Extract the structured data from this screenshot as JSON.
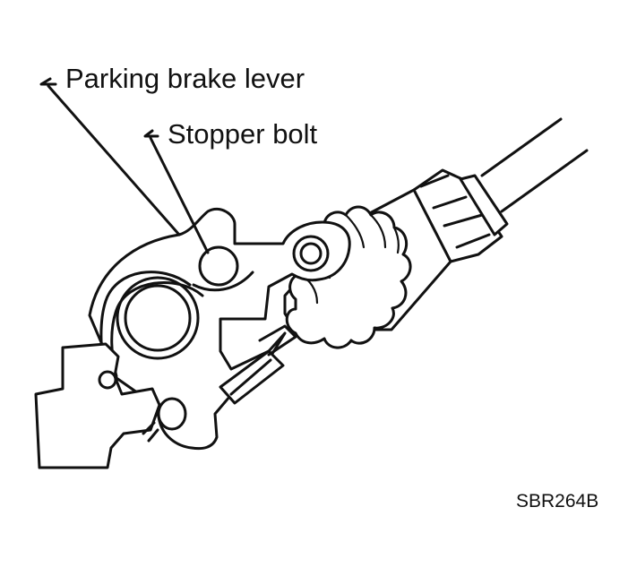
{
  "labels": {
    "parking_brake_lever": "Parking brake lever",
    "stopper_bolt": "Stopper bolt"
  },
  "figure_code": "SBR264B"
}
